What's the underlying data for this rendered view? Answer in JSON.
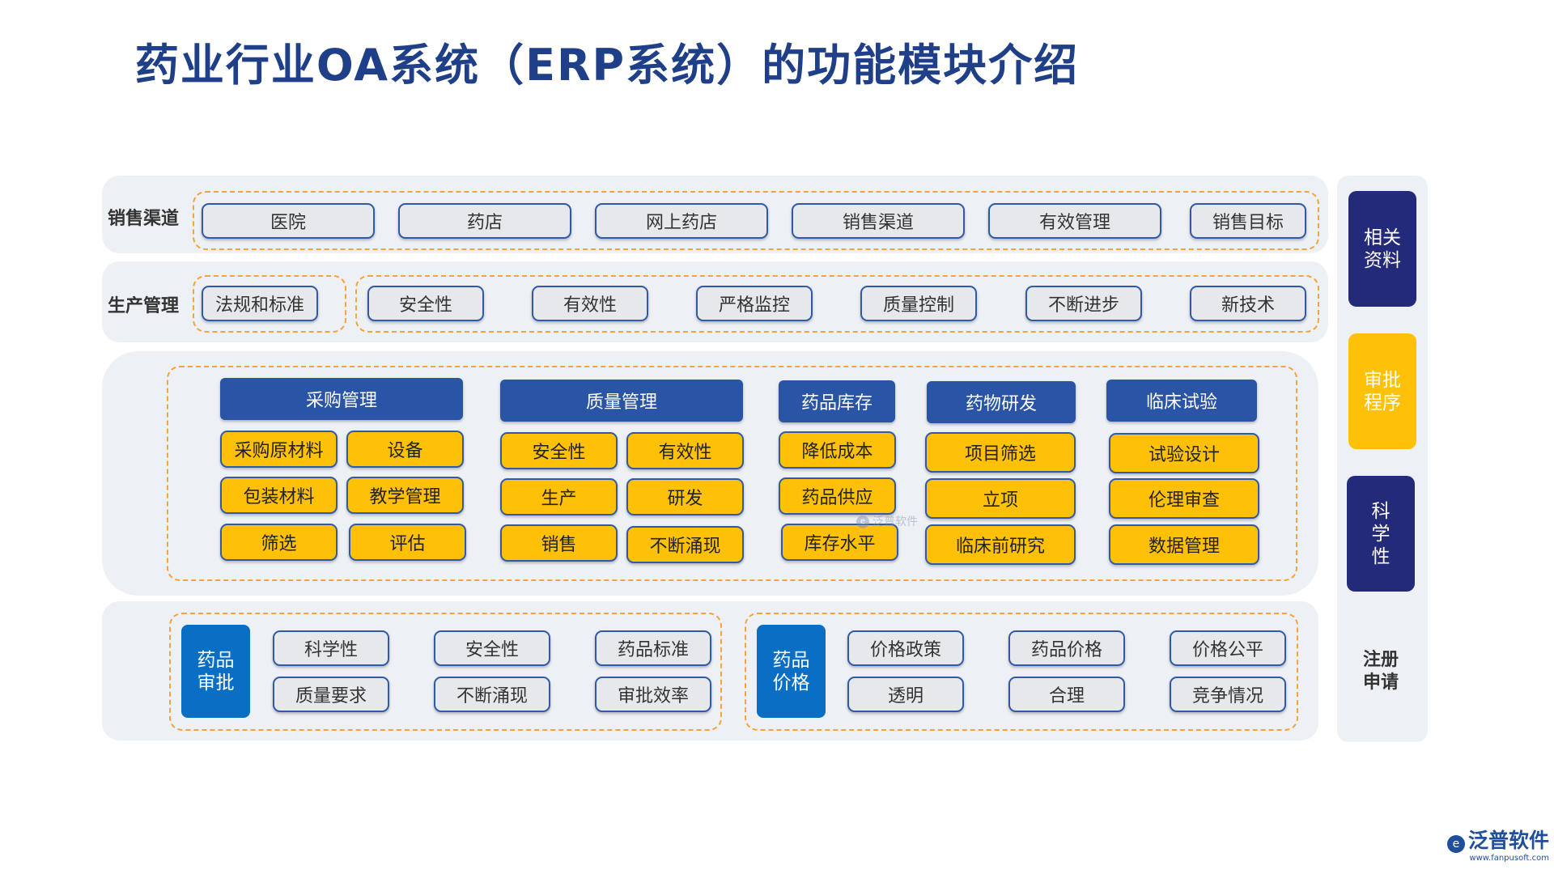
{
  "title": "药业行业OA系统（ERP系统）的功能模块介绍",
  "sales": {
    "label": "销售渠道",
    "items": [
      "医院",
      "药店",
      "网上药店",
      "销售渠道",
      "有效管理",
      "销售目标"
    ]
  },
  "production": {
    "label": "生产管理",
    "first": "法规和标准",
    "items": [
      "安全性",
      "有效性",
      "严格监控",
      "质量控制",
      "不断进步",
      "新技术"
    ]
  },
  "modules": [
    {
      "header": "采购管理",
      "items": [
        "采购原材料",
        "设备",
        "包装材料",
        "教学管理",
        "筛选",
        "评估"
      ]
    },
    {
      "header": "质量管理",
      "items": [
        "安全性",
        "有效性",
        "生产",
        "研发",
        "销售",
        "不断涌现"
      ]
    },
    {
      "header": "药品库存",
      "items": [
        "降低成本",
        "药品供应",
        "库存水平"
      ]
    },
    {
      "header": "药物研发",
      "items": [
        "项目筛选",
        "立项",
        "临床前研究"
      ]
    },
    {
      "header": "临床试验",
      "items": [
        "试验设计",
        "伦理审查",
        "数据管理"
      ]
    }
  ],
  "approval": {
    "label": "药品\n审批",
    "items": [
      "科学性",
      "安全性",
      "药品标准",
      "质量要求",
      "不断涌现",
      "审批效率"
    ]
  },
  "pricing": {
    "label": "药品\n价格",
    "items": [
      "价格政策",
      "药品价格",
      "价格公平",
      "透明",
      "合理",
      "竞争情况"
    ]
  },
  "side": {
    "related": "相关\n资料",
    "approval_process": "审批\n程序",
    "science": "科\n学\n性",
    "registration": "注册\n申请"
  },
  "colors": {
    "title": "#1f3f88",
    "header": "#2a55a6",
    "highlight": "#ffc107",
    "dark_navy": "#232a7a",
    "blue_block": "#0b6ec5",
    "dashed": "#f5a43c"
  },
  "logo": {
    "name": "泛普软件",
    "url": "www.fanpusoft.com"
  },
  "watermark": "泛普软件"
}
